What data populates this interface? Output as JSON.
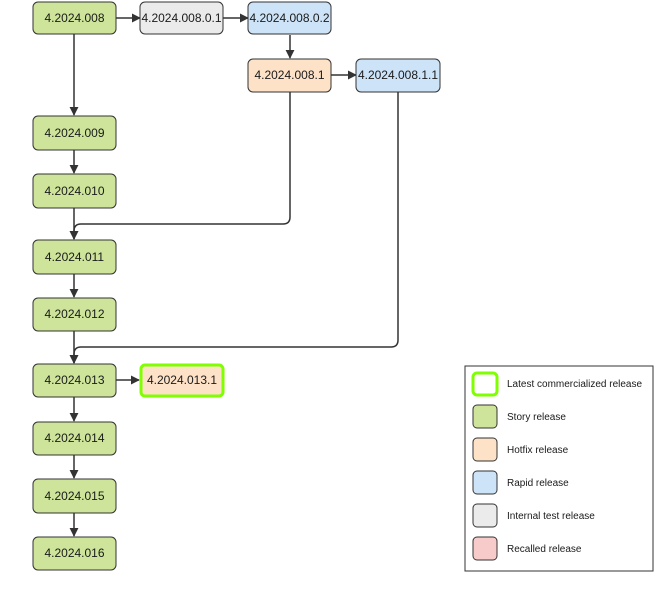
{
  "colors": {
    "story": "#cde49a",
    "hotfix": "#fde2c7",
    "rapid": "#cde3f8",
    "internal_test": "#ebebeb",
    "recalled": "#f8cbcb",
    "latest_border": "#7fff00",
    "border": "#333333",
    "connector": "#333333"
  },
  "nodes": [
    {
      "id": "n008",
      "label": "4.2024.008",
      "type": "story"
    },
    {
      "id": "n00801",
      "label": "4.2024.008.0.1",
      "type": "internal_test"
    },
    {
      "id": "n00802",
      "label": "4.2024.008.0.2",
      "type": "rapid"
    },
    {
      "id": "n0081",
      "label": "4.2024.008.1",
      "type": "hotfix"
    },
    {
      "id": "n00811",
      "label": "4.2024.008.1.1",
      "type": "rapid"
    },
    {
      "id": "n009",
      "label": "4.2024.009",
      "type": "story"
    },
    {
      "id": "n010",
      "label": "4.2024.010",
      "type": "story"
    },
    {
      "id": "n011",
      "label": "4.2024.011",
      "type": "story"
    },
    {
      "id": "n012",
      "label": "4.2024.012",
      "type": "story"
    },
    {
      "id": "n013",
      "label": "4.2024.013",
      "type": "story"
    },
    {
      "id": "n0131",
      "label": "4.2024.013.1",
      "type": "hotfix",
      "latest_commercialized": true
    },
    {
      "id": "n014",
      "label": "4.2024.014",
      "type": "story"
    },
    {
      "id": "n015",
      "label": "4.2024.015",
      "type": "story"
    },
    {
      "id": "n016",
      "label": "4.2024.016",
      "type": "story"
    }
  ],
  "edges": [
    {
      "from": "n008",
      "to": "n00801"
    },
    {
      "from": "n00801",
      "to": "n00802"
    },
    {
      "from": "n00802",
      "to": "n0081"
    },
    {
      "from": "n0081",
      "to": "n00811"
    },
    {
      "from": "n008",
      "to": "n009"
    },
    {
      "from": "n009",
      "to": "n010"
    },
    {
      "from": "n010",
      "to": "n011"
    },
    {
      "from": "n0081",
      "to": "n011"
    },
    {
      "from": "n011",
      "to": "n012"
    },
    {
      "from": "n012",
      "to": "n013"
    },
    {
      "from": "n00811",
      "to": "n013"
    },
    {
      "from": "n013",
      "to": "n0131"
    },
    {
      "from": "n013",
      "to": "n014"
    },
    {
      "from": "n014",
      "to": "n015"
    },
    {
      "from": "n015",
      "to": "n016"
    }
  ],
  "legend": [
    {
      "label": "Latest commercialized release",
      "type": "latest"
    },
    {
      "label": "Story release",
      "type": "story"
    },
    {
      "label": "Hotfix release",
      "type": "hotfix"
    },
    {
      "label": "Rapid release",
      "type": "rapid"
    },
    {
      "label": "Internal test release",
      "type": "internal_test"
    },
    {
      "label": "Recalled release",
      "type": "recalled"
    }
  ]
}
